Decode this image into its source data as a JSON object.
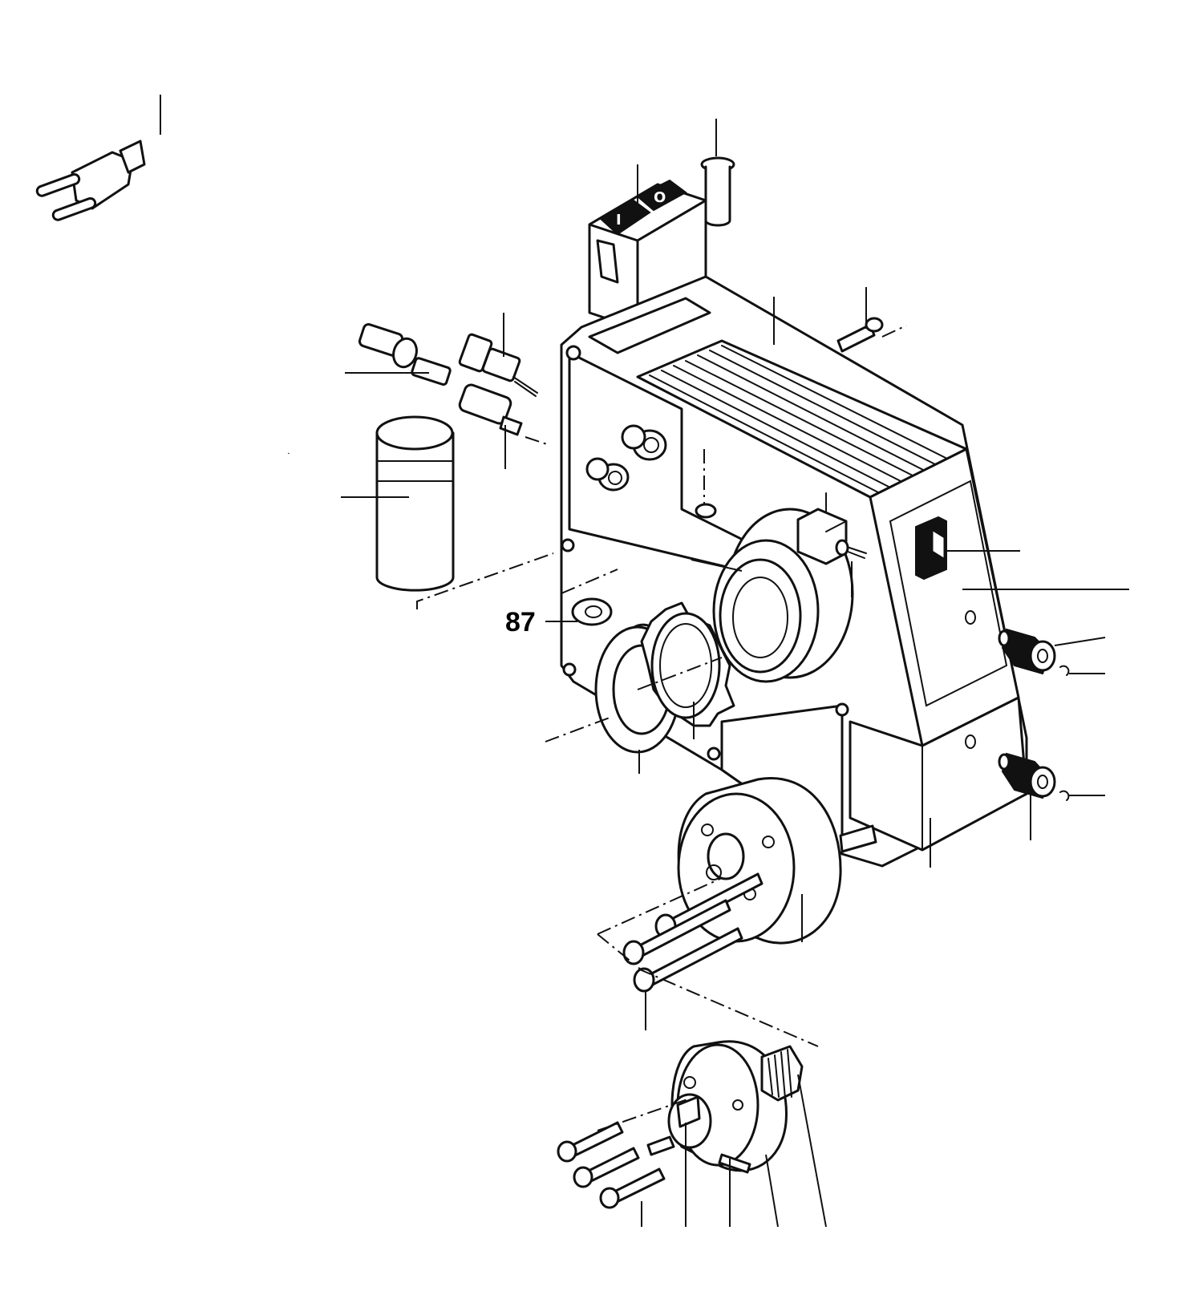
{
  "callouts": [
    {
      "id": "87",
      "label": "87"
    }
  ],
  "switch_symbols": {
    "on": "I",
    "off": "O"
  },
  "colors": {
    "line": "#111111",
    "background": "#ffffff"
  }
}
